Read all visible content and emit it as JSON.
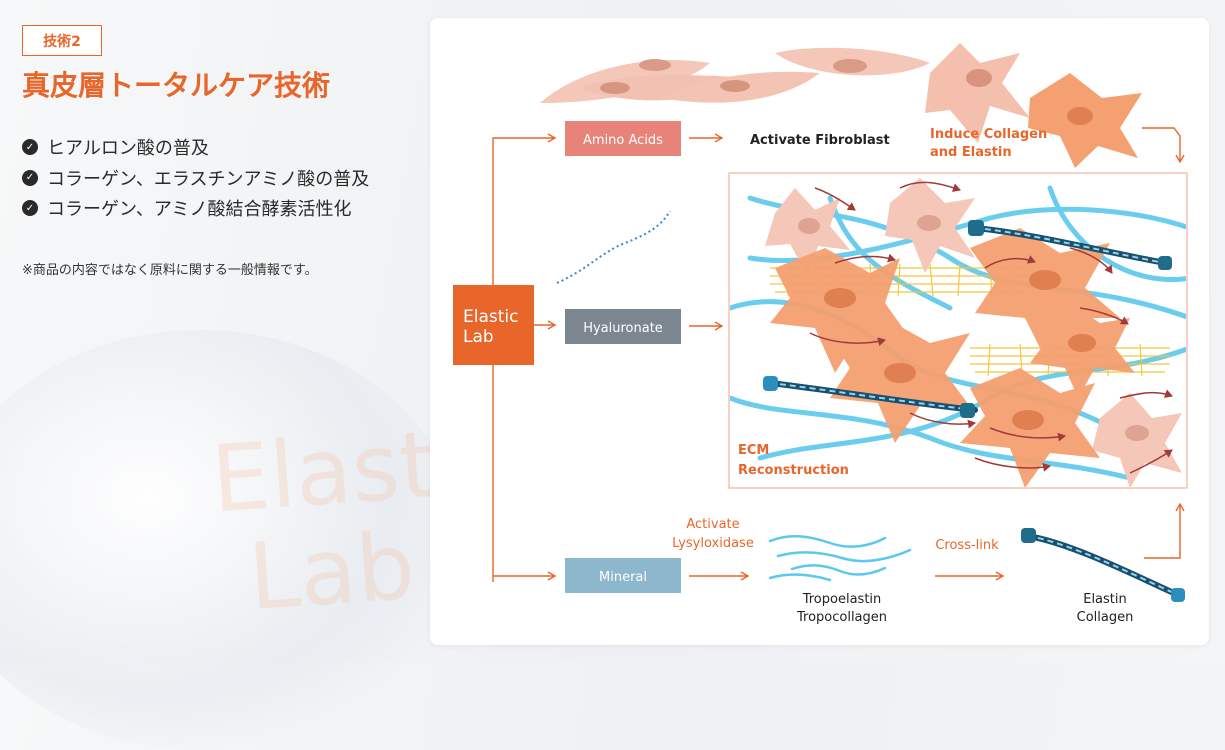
{
  "left_panel": {
    "tag": "技術2",
    "title": "真皮層トータルケア技術",
    "bullets": [
      "ヒアルロン酸の普及",
      "コラーゲン、エラスチンアミノ酸の普及",
      "コラーゲン、アミノ酸結合酵素活性化"
    ],
    "note": "※商品の内容ではなく原料に関する一般情報です。",
    "watermark_line1": "Elastic",
    "watermark_line2": "Lab"
  },
  "diagram": {
    "source_line1": "Elastic",
    "source_line2": "Lab",
    "amino": "Amino Acids",
    "hyaluronate": "Hyaluronate",
    "mineral": "Mineral",
    "activate_fibroblast": "Activate Fibroblast",
    "induce_line1": "Induce Collagen",
    "induce_line2": "and Elastin",
    "ecm_line1": "ECM",
    "ecm_line2": "Reconstruction",
    "activate_line1": "Activate",
    "activate_line2": "Lysyloxidase",
    "tropo_line1": "Tropoelastin",
    "tropo_line2": "Tropocollagen",
    "crosslink": "Cross-link",
    "elastin_line1": "Elastin",
    "elastin_line2": "Collagen"
  },
  "colors": {
    "brand_orange": "#e8662a",
    "amino_box": "#e8837a",
    "hyaluronate_box": "#7c8690",
    "mineral_box": "#8cb7cc",
    "cell_pink": "#f4c7b8",
    "cell_orange": "#f5a070",
    "fiber_blue": "#5cc8ec",
    "fiber_yellow": "#f3c530",
    "arrow_red": "#a33a3a"
  }
}
